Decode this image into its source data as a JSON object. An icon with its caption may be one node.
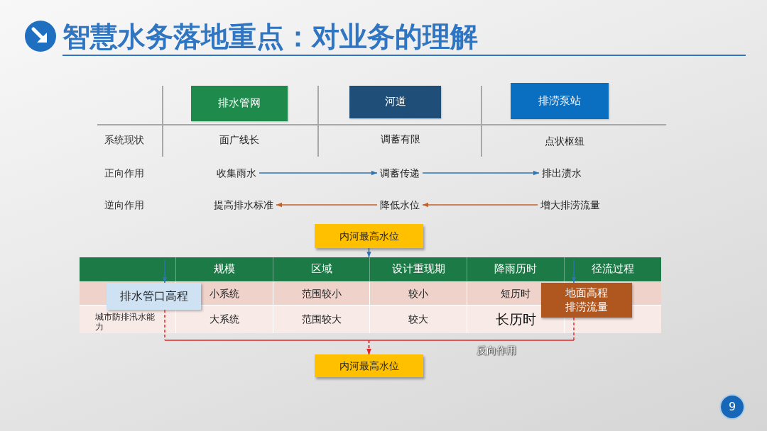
{
  "diagram": {
    "title": "智慧水务落地重点：对业务的理解",
    "nodes": [
      {
        "text": [
          "排水管网"
        ]
      },
      {
        "text": [
          "河道"
        ]
      },
      {
        "text": [
          "排涝泵站"
        ]
      },
      {
        "text": [
          "收集雨水"
        ]
      },
      {
        "text": [
          "调蓄传递"
        ]
      },
      {
        "text": [
          "排出渍水"
        ]
      },
      {
        "text": [
          "提高排水标准"
        ]
      },
      {
        "text": [
          "降低水位"
        ]
      },
      {
        "text": [
          "增大排涝流量"
        ]
      },
      {
        "text": [
          "内河最高水位"
        ]
      },
      {
        "text": [
          "规模",
          "区域",
          "设计重现期",
          "降雨历时",
          "径流过程",
          "小系统",
          "范围较小",
          "较小",
          "短历时",
          "城市防排汛水能力",
          "大系统",
          "范围较大",
          "较大",
          "长历时"
        ]
      },
      {
        "text": [
          "排水管口高程"
        ],
        "in": 10
      },
      {
        "text": [
          "地面高程",
          "排涝流量"
        ],
        "in": 10
      },
      {
        "text": [
          "内河最高水位"
        ]
      }
    ],
    "edges": [
      {
        "from": 3,
        "to": 4,
        "arrow": "to"
      },
      {
        "from": 4,
        "to": 5,
        "arrow": "to"
      },
      {
        "from": 8,
        "to": 7,
        "arrow": "to",
        "color": "#c0612b"
      },
      {
        "from": 7,
        "to": 6,
        "arrow": "to",
        "color": "#c0612b"
      },
      {
        "from": 9,
        "to": 10,
        "arrow": "to"
      },
      {
        "from": 10,
        "to": 11,
        "arrow": "to"
      },
      {
        "from": 10,
        "to": 12,
        "arrow": "to"
      },
      {
        "from": 11,
        "to": 13,
        "arrow": "to",
        "style": "dashed",
        "color": "#e3262a"
      },
      {
        "from": 12,
        "to": 13,
        "arrow": "to",
        "style": "dashed",
        "color": "#e3262a"
      }
    ],
    "labels": [
      "系统现状",
      "面广线长",
      "调蓄有限",
      "点状枢纽",
      "正向作用",
      "逆向作用",
      "反向作用",
      "9"
    ]
  }
}
